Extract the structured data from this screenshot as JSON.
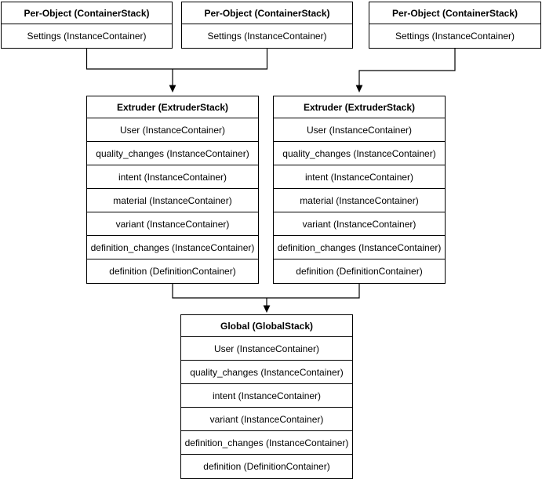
{
  "colors": {
    "line": "#000000",
    "box_border": "#000000",
    "box_fill": "#ffffff",
    "text": "#000000",
    "background": "#ffffff"
  },
  "stacks": [
    {
      "name": "per-object-stack-1",
      "title": "Per-Object (ContainerStack)",
      "rows": [
        "Settings (InstanceContainer)"
      ]
    },
    {
      "name": "per-object-stack-2",
      "title": "Per-Object (ContainerStack)",
      "rows": [
        "Settings (InstanceContainer)"
      ]
    },
    {
      "name": "per-object-stack-3",
      "title": "Per-Object (ContainerStack)",
      "rows": [
        "Settings (InstanceContainer)"
      ]
    },
    {
      "name": "extruder-stack-left",
      "title": "Extruder (ExtruderStack)",
      "rows": [
        "User (InstanceContainer)",
        "quality_changes (InstanceContainer)",
        "intent (InstanceContainer)",
        "material (InstanceContainer)",
        "variant (InstanceContainer)",
        "definition_changes (InstanceContainer)",
        "definition (DefinitionContainer)"
      ]
    },
    {
      "name": "extruder-stack-right",
      "title": "Extruder (ExtruderStack)",
      "rows": [
        "User (InstanceContainer)",
        "quality_changes (InstanceContainer)",
        "intent (InstanceContainer)",
        "material (InstanceContainer)",
        "variant (InstanceContainer)",
        "definition_changes (InstanceContainer)",
        "definition (DefinitionContainer)"
      ]
    },
    {
      "name": "global-stack",
      "title": "Global (GlobalStack)",
      "rows": [
        "User (InstanceContainer)",
        "quality_changes (InstanceContainer)",
        "intent (InstanceContainer)",
        "variant (InstanceContainer)",
        "definition_changes (InstanceContainer)",
        "definition (DefinitionContainer)"
      ]
    }
  ]
}
